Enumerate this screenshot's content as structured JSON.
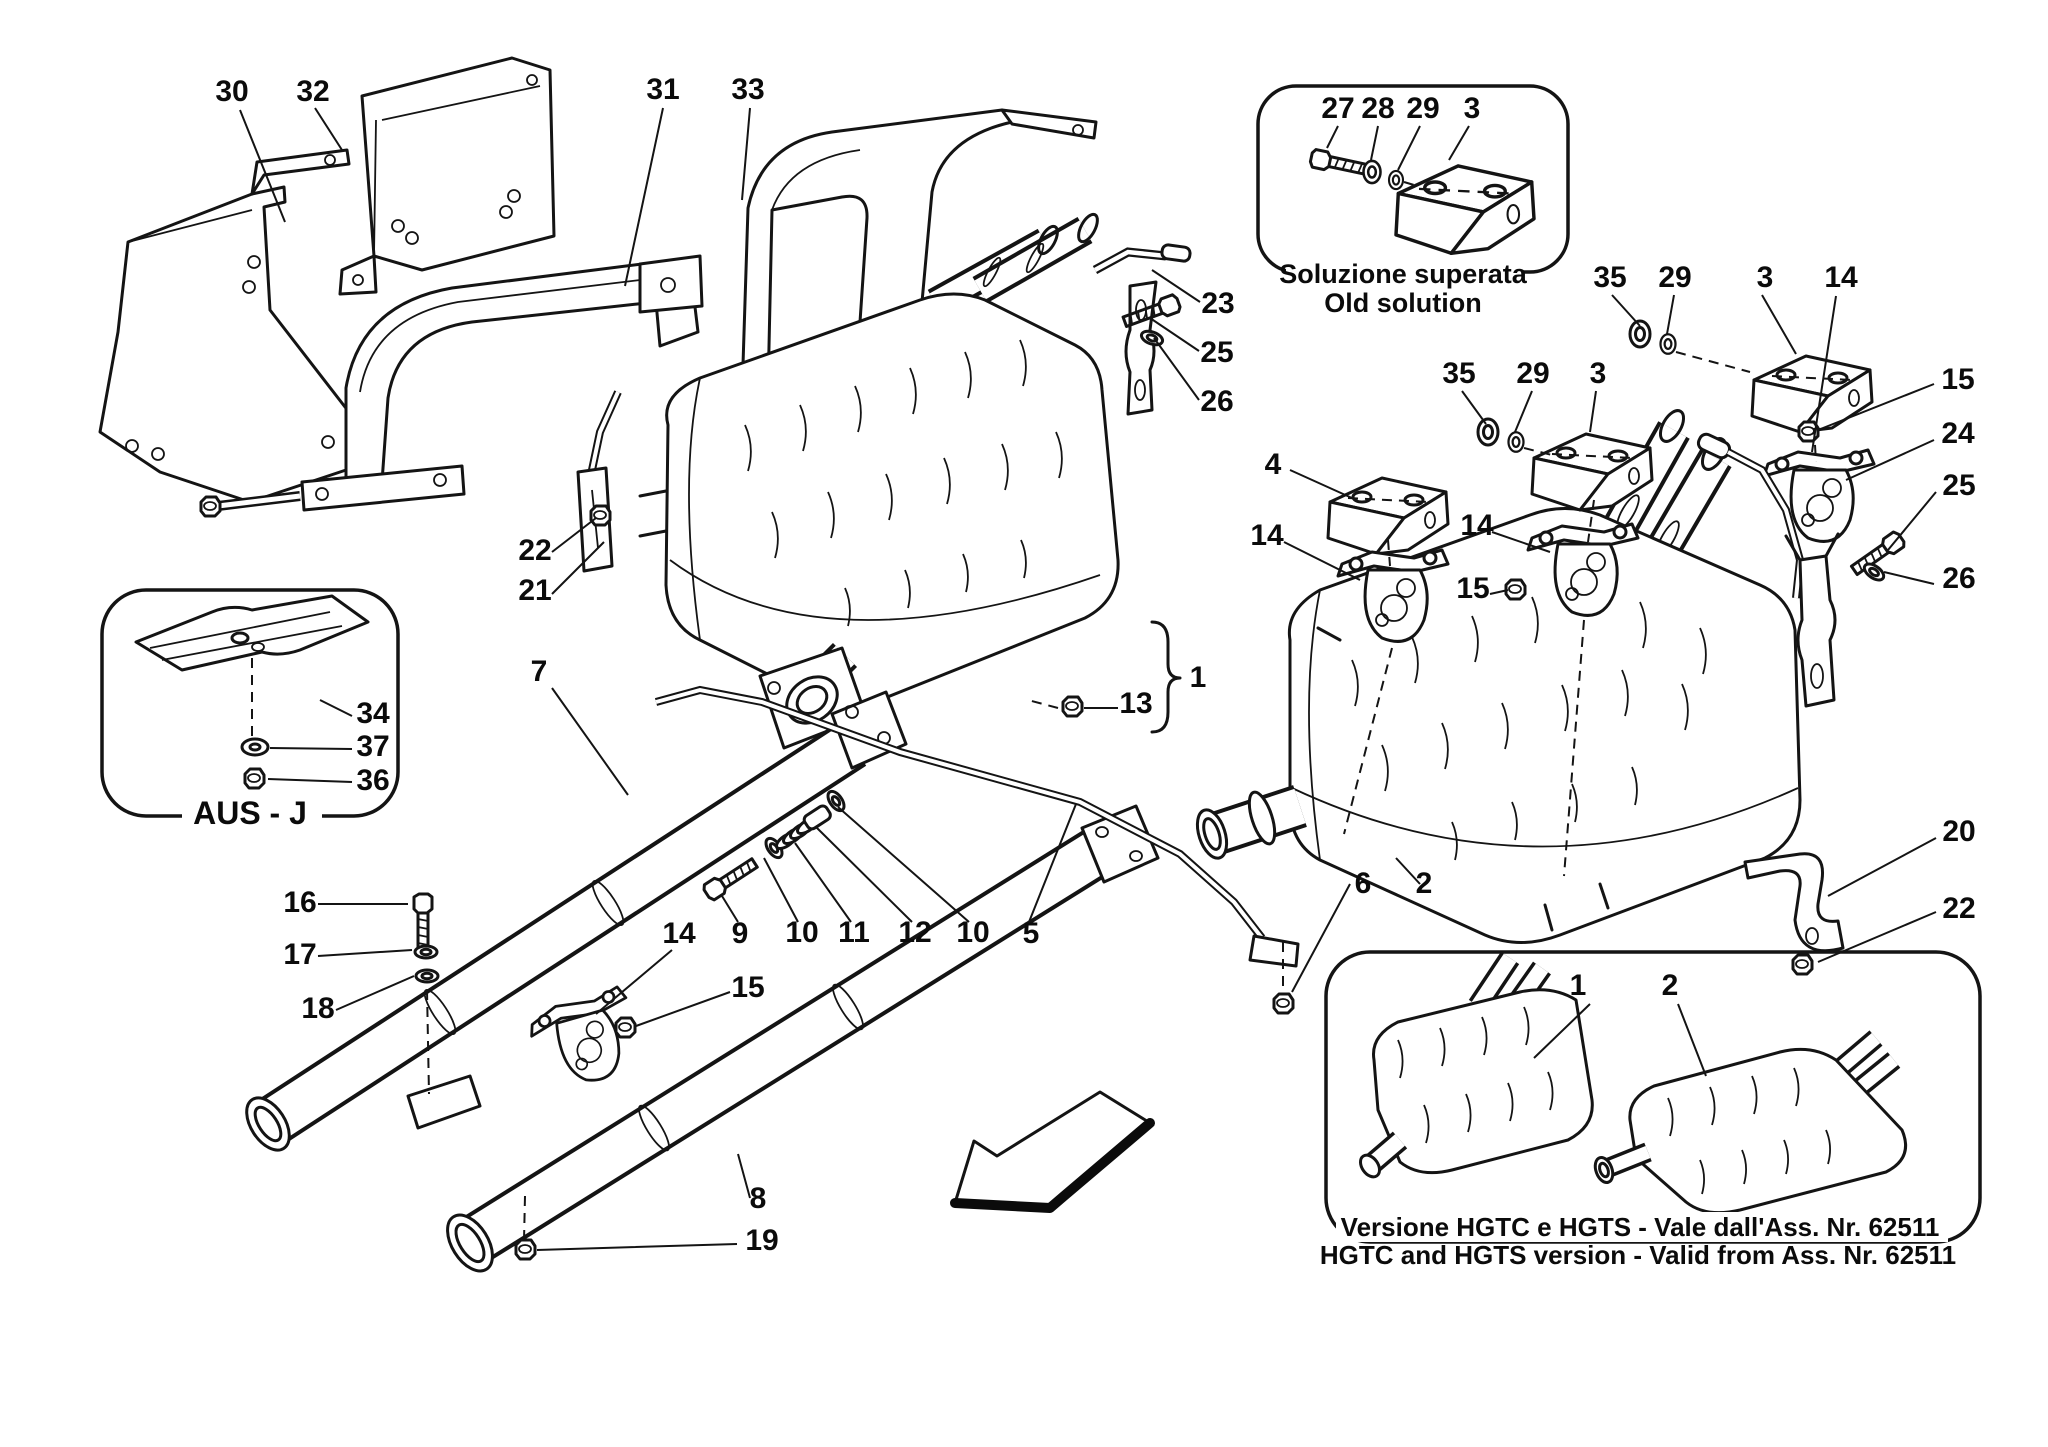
{
  "figure": {
    "type": "exploded-parts-diagram",
    "subject": "rear exhaust system table",
    "line_color": "#141414",
    "background_color": "#ffffff"
  },
  "insets": {
    "old_solution": {
      "caption_line1": "Soluzione superata",
      "caption_line2": "Old solution"
    },
    "aus": {
      "caption": "AUS - J"
    },
    "version": {
      "caption_line1": "Versione HGTC e HGTS - Vale dall'Ass. Nr. 62511",
      "caption_line2": "HGTC and HGTS version - Valid from Ass. Nr. 62511"
    }
  },
  "labels": {
    "l30": "30",
    "l32": "32",
    "l31": "31",
    "l33": "33",
    "l23": "23",
    "l25a": "25",
    "l26a": "26",
    "l27": "27",
    "l28": "28",
    "l29a": "29",
    "l3a": "3",
    "l35a": "35",
    "l29b": "29",
    "l3b": "3",
    "l14a": "14",
    "l35b": "35",
    "l29c": "29",
    "l3c": "3",
    "l4": "4",
    "l14b": "14",
    "l14c": "14",
    "l15a": "15",
    "l15b": "15",
    "l24": "24",
    "l25b": "25",
    "l26b": "26",
    "l22a": "22",
    "l21": "21",
    "l7": "7",
    "l13": "13",
    "l1": "1",
    "l34": "34",
    "l37": "37",
    "l36": "36",
    "l16": "16",
    "l17": "17",
    "l18": "18",
    "l14d": "14",
    "l9": "9",
    "l10a": "10",
    "l11": "11",
    "l12": "12",
    "l10b": "10",
    "l5": "5",
    "l15c": "15",
    "l6": "6",
    "l2": "2",
    "l8": "8",
    "l19": "19",
    "l20": "20",
    "l22b": "22",
    "lb1": "1",
    "lb2": "2"
  }
}
